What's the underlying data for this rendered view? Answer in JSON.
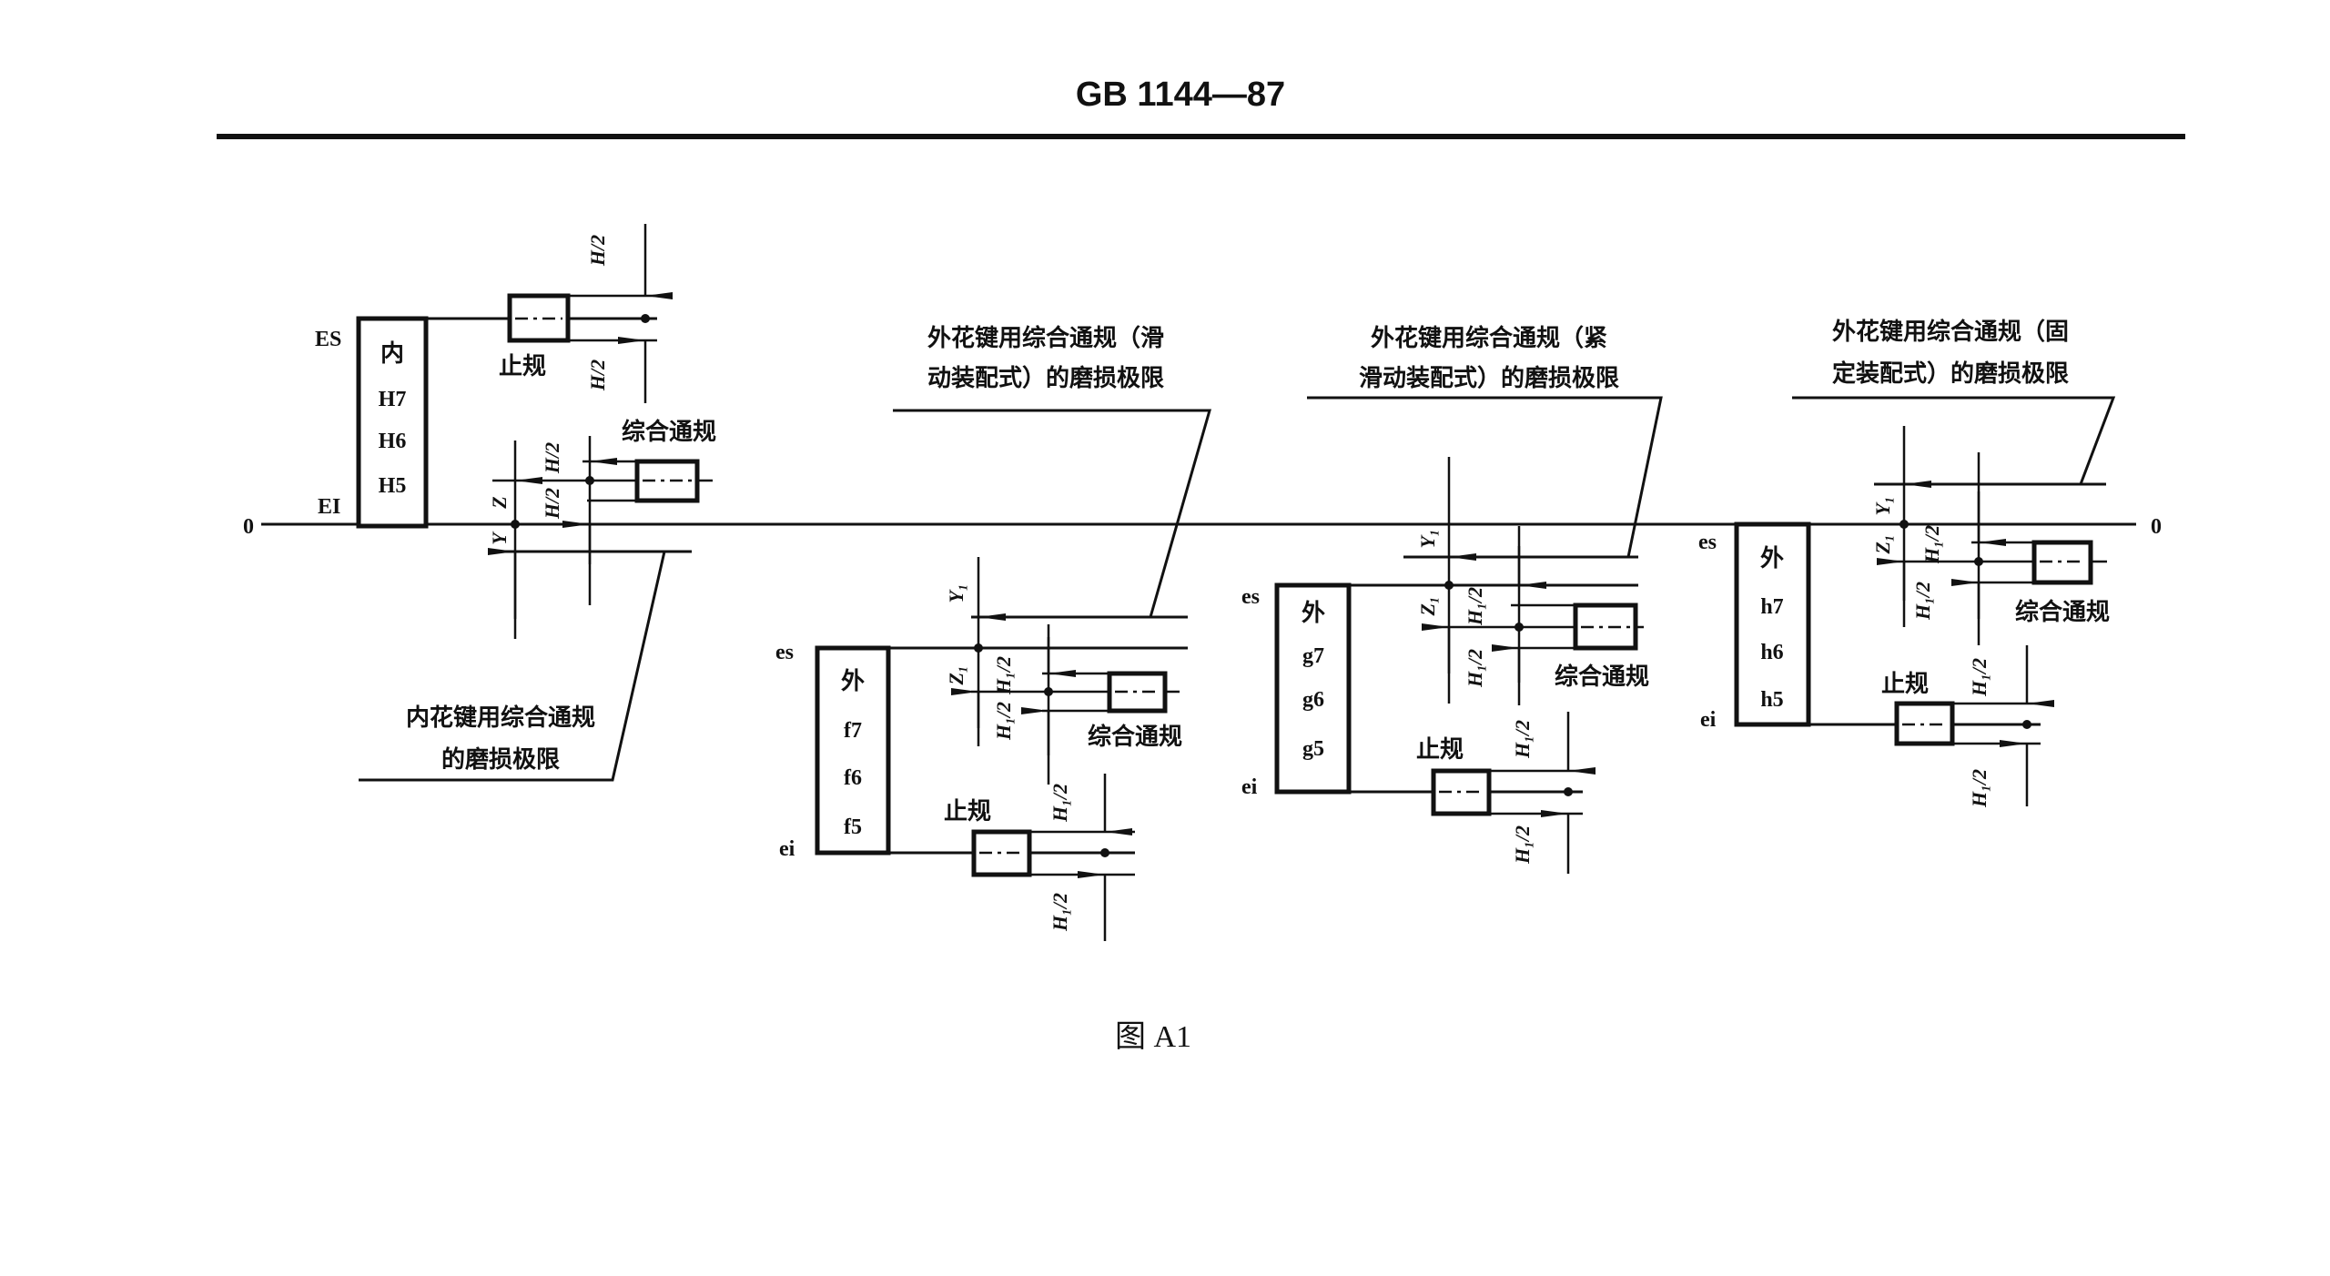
{
  "header": {
    "title": "GB 1144—87"
  },
  "axis": {
    "zero_left": "0",
    "zero_right": "0"
  },
  "block_internal": {
    "upper_label": "ES",
    "lower_label": "EI",
    "tolerance_box": [
      "内",
      "H7",
      "H6",
      "H5"
    ],
    "no_go_gauge": "止规",
    "go_gauge": "综合通规",
    "h_half": "H/2",
    "z_label": "Z",
    "y_label": "Y",
    "wear_limit_line1": "内花键用综合通规",
    "wear_limit_line2": "的磨损极限"
  },
  "block_f": {
    "upper_label": "es",
    "lower_label": "ei",
    "tolerance_box": [
      "外",
      "f7",
      "f6",
      "f5"
    ],
    "no_go_gauge": "止规",
    "go_gauge": "综合通规",
    "h_half": "H₁/2",
    "z_label": "Z₁",
    "y_label": "Y₁",
    "wear_limit_line1": "外花键用综合通规（滑",
    "wear_limit_line2": "动装配式）的磨损极限"
  },
  "block_g": {
    "upper_label": "es",
    "lower_label": "ei",
    "tolerance_box": [
      "外",
      "g7",
      "g6",
      "g5"
    ],
    "no_go_gauge": "止规",
    "go_gauge": "综合通规",
    "h_half": "H₁/2",
    "z_label": "Z₁",
    "y_label": "Y₁",
    "wear_limit_line1": "外花键用综合通规（紧",
    "wear_limit_line2": "滑动装配式）的磨损极限"
  },
  "block_h": {
    "upper_label": "es",
    "lower_label": "ei",
    "tolerance_box": [
      "外",
      "h7",
      "h6",
      "h5"
    ],
    "no_go_gauge": "止规",
    "go_gauge": "综合通规",
    "h_half": "H₁/2",
    "z_label": "Z₁",
    "y_label": "Y₁",
    "wear_limit_line1": "外花键用综合通规（固",
    "wear_limit_line2": "定装配式）的磨损极限"
  },
  "caption": "图 A1"
}
